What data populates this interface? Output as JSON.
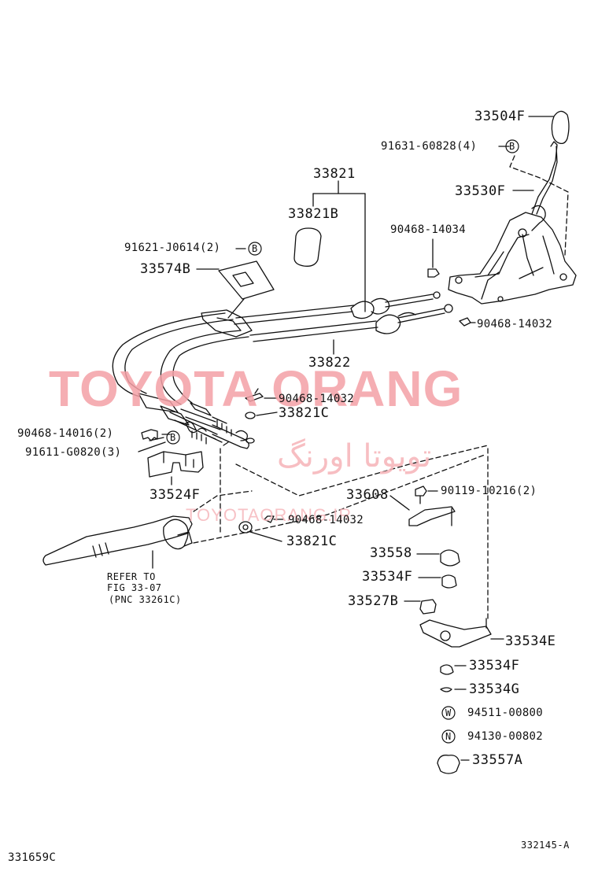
{
  "diagram": {
    "ref_code": "331659C",
    "figure_code": "332145-A",
    "parts": {
      "p33504F": "33504F",
      "p91631": "91631-60828(4)",
      "p33530F": "33530F",
      "p33821": "33821",
      "p33821B": "33821B",
      "p90468_14034": "90468-14034",
      "p91621": "91621-J0614(2)",
      "p33574B": "33574B",
      "p90468_14032_a": "90468-14032",
      "p33822": "33822",
      "p90468_14032_b": "90468-14032",
      "p33821C_a": "33821C",
      "p90468_14016": "90468-14016(2)",
      "p91611": "91611-G0820(3)",
      "p33524F": "33524F",
      "p33608": "33608",
      "p90119": "90119-10216(2)",
      "p90468_14032_c": "90468-14032",
      "p33821C_b": "33821C",
      "p33558": "33558",
      "p33534F_a": "33534F",
      "p33527B": "33527B",
      "p33534E": "33534E",
      "p33534F_b": "33534F",
      "p33534G": "33534G",
      "p94511": "94511-00800",
      "p94130": "94130-00802",
      "p33557A": "33557A"
    },
    "refer_note": {
      "line1": "REFER TO",
      "line2": "FIG 33-07",
      "line3": "(PNC 33261C)"
    },
    "markers": {
      "b": "B",
      "w": "W",
      "n": "N"
    }
  },
  "watermark": {
    "main": "TOYOTA ORANG",
    "arabic": "تویوتا اورنگ",
    "site": "TOYOTAORANG.IR"
  }
}
